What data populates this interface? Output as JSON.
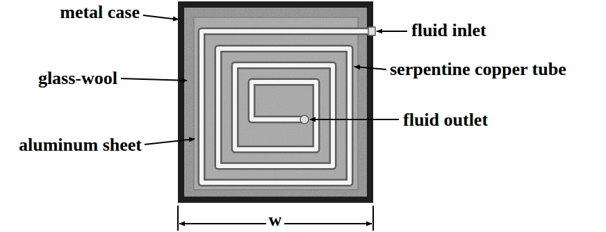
{
  "diagram": {
    "labels": [
      "metal case",
      "fluid inlet",
      "glass-wool",
      "serpentine copper tube",
      "fluid outlet",
      "aluminum sheet",
      "w"
    ]
  }
}
